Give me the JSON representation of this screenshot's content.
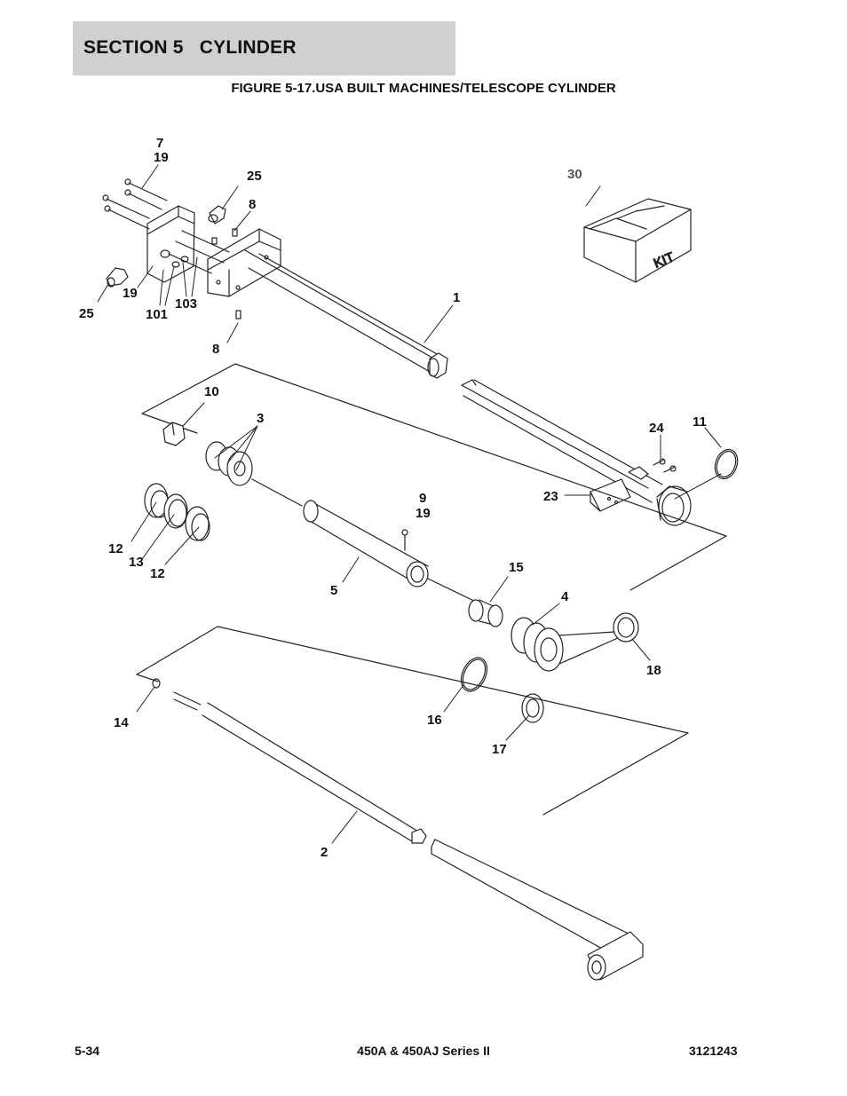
{
  "header": {
    "section_title": "SECTION 5   CYLINDER",
    "figure_title": "FIGURE 5-17.USA BUILT MACHINES/TELESCOPE CYLINDER"
  },
  "callouts": {
    "c7": "7",
    "c19_top": "19",
    "c25_top": "25",
    "c8_top": "8",
    "c30": "30",
    "c1": "1",
    "c19_left": "19",
    "c25_left": "25",
    "c101": "101",
    "c103": "103",
    "c8_bottom": "8",
    "c10": "10",
    "c3": "3",
    "c24": "24",
    "c11": "11",
    "c23": "23",
    "c9": "9",
    "c19_mid": "19",
    "c12_a": "12",
    "c13": "13",
    "c12_b": "12",
    "c5": "5",
    "c15": "15",
    "c4": "4",
    "c18": "18",
    "c16": "16",
    "c17": "17",
    "c14": "14",
    "c2": "2"
  },
  "kit_label": "KIT",
  "footer": {
    "page": "5-34",
    "model": "450A & 450AJ Series II",
    "doc_number": "3121243"
  }
}
